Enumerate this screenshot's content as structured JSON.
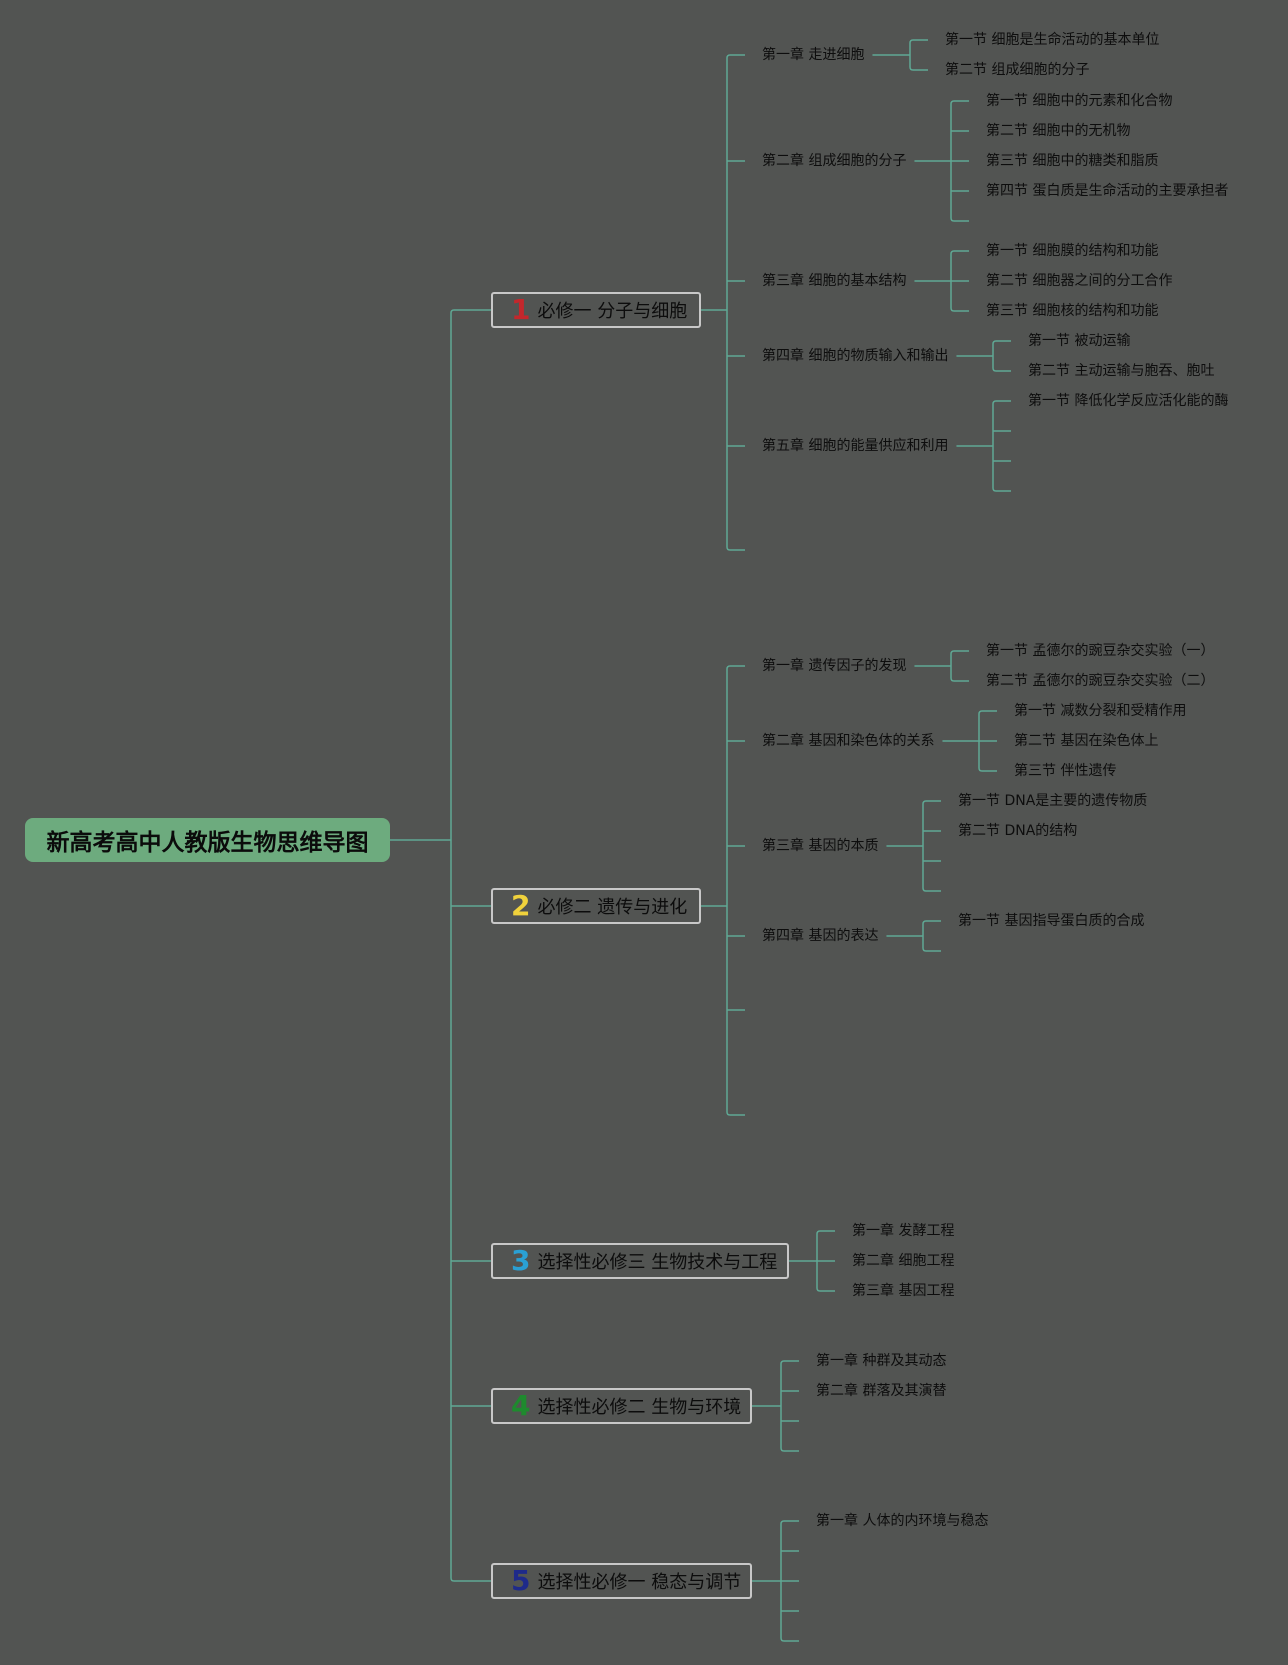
{
  "root": "新高考高中人教版生物思维导图",
  "colors": {
    "background": "#525452",
    "line": "#5fa894",
    "root_fill": "#6dab7e",
    "num": [
      "#c3272c",
      "#f0d23c",
      "#2aa0d4",
      "#1e8a2e",
      "#1e2a8a"
    ]
  },
  "modules": [
    {
      "num": "1",
      "title": "必修一 分子与细胞",
      "chapters": [
        {
          "title": "第一章 走进细胞",
          "sections": [
            "第一节 细胞是生命活动的基本单位",
            "第二节 组成细胞的分子"
          ]
        },
        {
          "title": "第二章 组成细胞的分子",
          "sections": [
            "第一节 细胞中的元素和化合物",
            "第二节 细胞中的无机物",
            "第三节 细胞中的糖类和脂质",
            "第四节 蛋白质是生命活动的主要承担者",
            ""
          ]
        },
        {
          "title": "第三章 细胞的基本结构",
          "sections": [
            "第一节 细胞膜的结构和功能",
            "第二节 细胞器之间的分工合作",
            "第三节 细胞核的结构和功能"
          ]
        },
        {
          "title": "第四章 细胞的物质输入和输出",
          "sections": [
            "第一节 被动运输",
            "第二节 主动运输与胞吞、胞吐"
          ]
        },
        {
          "title": "第五章 细胞的能量供应和利用",
          "sections": [
            "第一节 降低化学反应活化能的酶",
            "",
            "",
            ""
          ]
        },
        {
          "title": "",
          "sections": []
        }
      ]
    },
    {
      "num": "2",
      "title": "必修二 遗传与进化",
      "chapters": [
        {
          "title": "第一章 遗传因子的发现",
          "sections": [
            "第一节 孟德尔的豌豆杂交实验（一）",
            "第二节 孟德尔的豌豆杂交实验（二）"
          ]
        },
        {
          "title": "第二章 基因和染色体的关系",
          "sections": [
            "第一节 减数分裂和受精作用",
            "第二节 基因在染色体上",
            "第三节 伴性遗传"
          ]
        },
        {
          "title": "第三章 基因的本质",
          "sections": [
            "第一节 DNA是主要的遗传物质",
            "第二节 DNA的结构",
            "",
            ""
          ]
        },
        {
          "title": "第四章 基因的表达",
          "sections": [
            "第一节 基因指导蛋白质的合成",
            ""
          ]
        },
        {
          "title": "",
          "sections": []
        },
        {
          "title": "",
          "sections": []
        }
      ]
    },
    {
      "num": "3",
      "title": "选择性必修三 生物技术与工程",
      "chapters": [
        {
          "title": "第一章 发酵工程",
          "sections": []
        },
        {
          "title": "第二章 细胞工程",
          "sections": []
        },
        {
          "title": "第三章 基因工程",
          "sections": []
        }
      ]
    },
    {
      "num": "4",
      "title": "选择性必修二 生物与环境",
      "chapters": [
        {
          "title": "第一章 种群及其动态",
          "sections": []
        },
        {
          "title": "第二章 群落及其演替",
          "sections": []
        },
        {
          "title": "",
          "sections": []
        },
        {
          "title": "",
          "sections": []
        }
      ]
    },
    {
      "num": "5",
      "title": "选择性必修一 稳态与调节",
      "chapters": [
        {
          "title": "第一章 人体的内环境与稳态",
          "sections": []
        },
        {
          "title": "",
          "sections": []
        },
        {
          "title": "",
          "sections": []
        },
        {
          "title": "",
          "sections": []
        },
        {
          "title": "",
          "sections": []
        }
      ]
    }
  ]
}
